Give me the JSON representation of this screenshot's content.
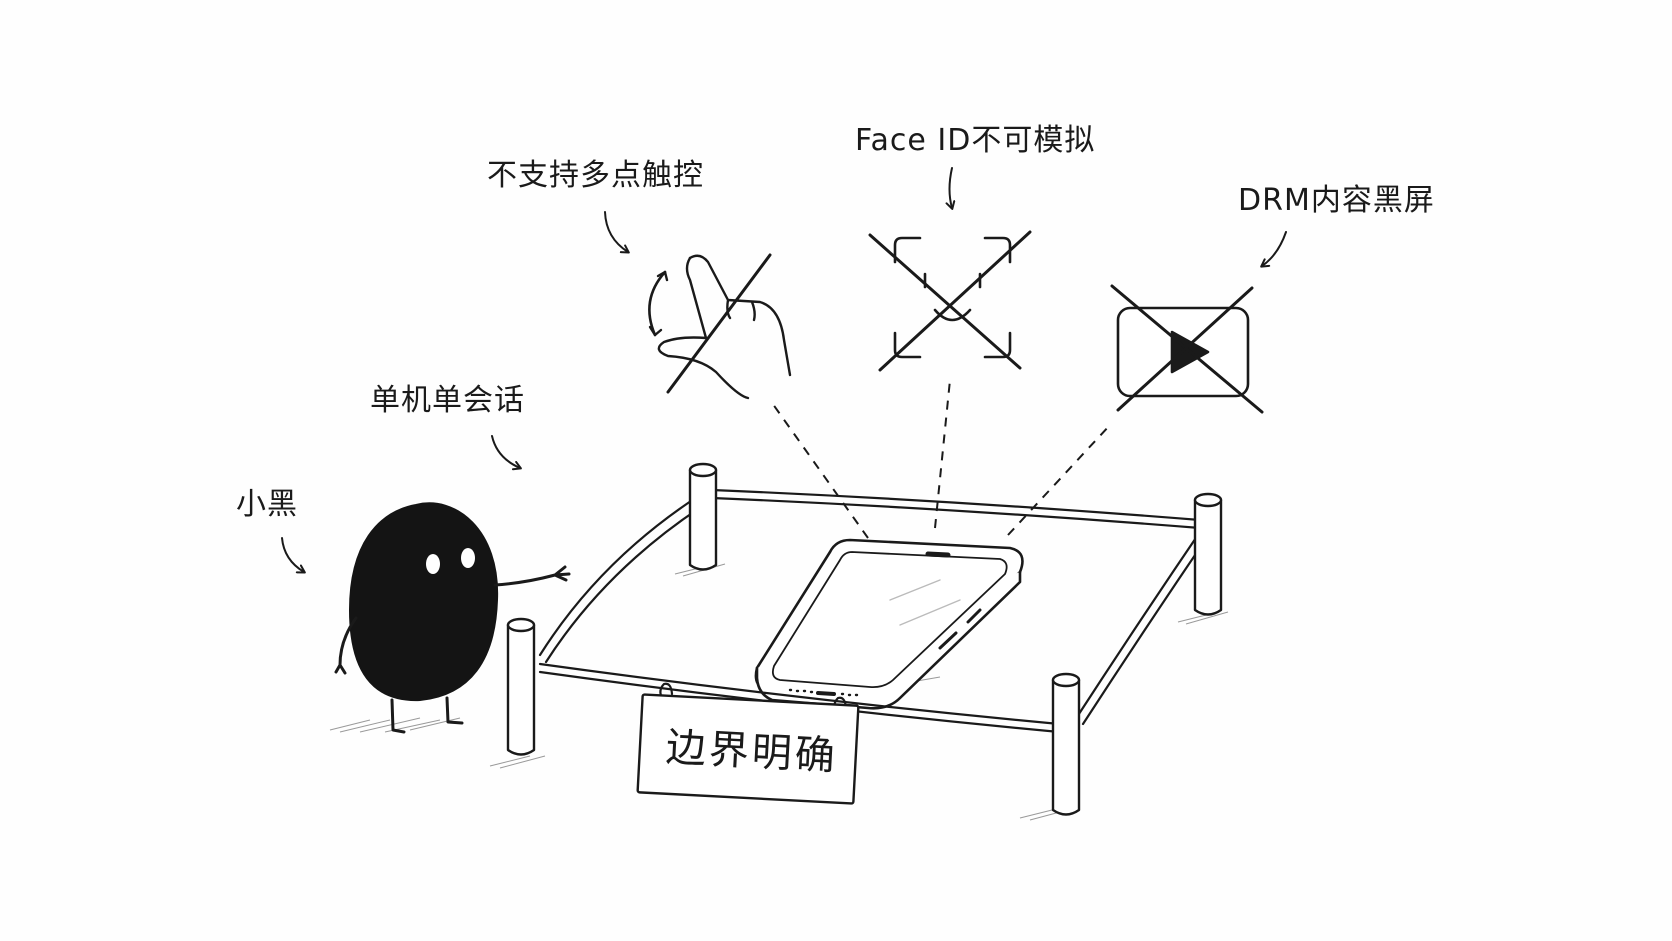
{
  "labels": {
    "character": "小黑",
    "session": "单机单会话",
    "multitouch": "不支持多点触控",
    "faceid": "Face ID不可模拟",
    "drm": "DRM内容黑屏",
    "boundary_sign": "边界明确"
  },
  "icons": {
    "multitouch": "hand-gesture-crossed-icon",
    "faceid": "face-scan-crossed-icon",
    "drm": "video-play-crossed-icon"
  },
  "colors": {
    "ink": "#1a1a1a",
    "background": "#fefefe"
  }
}
